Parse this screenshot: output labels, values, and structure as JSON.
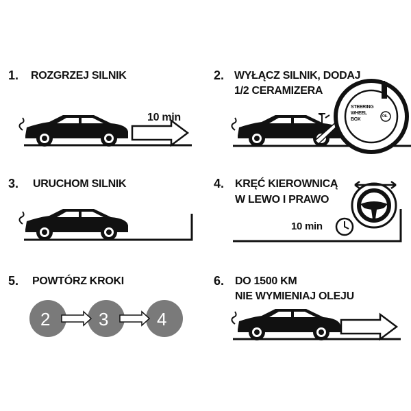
{
  "steps": [
    {
      "number": "1.",
      "label": "ROZGRZEJ SILNIK",
      "duration": "10 min"
    },
    {
      "number": "2.",
      "label_line1": "WYŁĄCZ SILNIK, DODAJ",
      "label_line2": "1/2 CERAMIZERA",
      "box_line1": "STEERING",
      "box_line2": "WHEEL",
      "box_line3": "BOX",
      "oil_label": "OIL"
    },
    {
      "number": "3.",
      "label": "URUCHOM SILNIK"
    },
    {
      "number": "4.",
      "label_line1": "KRĘĆ KIEROWNICĄ",
      "label_line2": "W LEWO I PRAWO",
      "duration": "10 min"
    },
    {
      "number": "5.",
      "label": "POWTÓRZ KROKI",
      "sequence": [
        "2",
        "3",
        "4"
      ]
    },
    {
      "number": "6.",
      "label_line1": "DO 1500 KM",
      "label_line2": "NIE WYMIENIAJ OLEJU"
    }
  ],
  "colors": {
    "ink": "#111111",
    "circle": "#7a7a7a"
  }
}
